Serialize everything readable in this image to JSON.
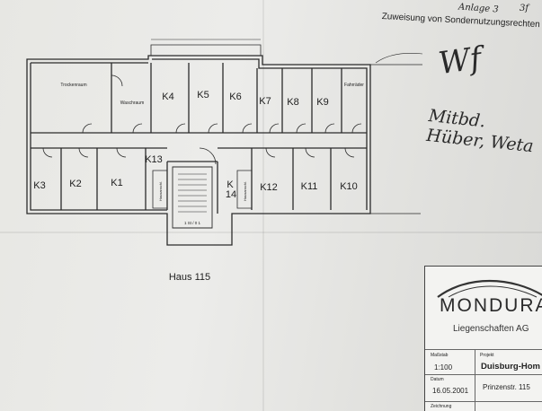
{
  "header": {
    "annex": "Anlage 3",
    "page_ref": "3f",
    "title": "Zuweisung von Sondernutzungsrechten"
  },
  "plan": {
    "rooms_top": [
      {
        "id": "trockenraum",
        "label": "Trockenraum"
      },
      {
        "id": "waschraum",
        "label": "Waschraum"
      },
      {
        "id": "k4",
        "label": "K4"
      },
      {
        "id": "k5",
        "label": "K5"
      },
      {
        "id": "k6",
        "label": "K6"
      },
      {
        "id": "k7",
        "label": "K7"
      },
      {
        "id": "k8",
        "label": "K8"
      },
      {
        "id": "k9",
        "label": "K9"
      },
      {
        "id": "fahrrad",
        "label": "Fahrräder"
      }
    ],
    "rooms_bottom": [
      {
        "id": "k3",
        "label": "K3"
      },
      {
        "id": "k2",
        "label": "K2"
      },
      {
        "id": "k1",
        "label": "K1"
      },
      {
        "id": "k13",
        "label": "K13"
      },
      {
        "id": "k14a",
        "label": "K"
      },
      {
        "id": "k14b",
        "label": "14"
      },
      {
        "id": "k12",
        "label": "K12"
      },
      {
        "id": "k11",
        "label": "K11"
      },
      {
        "id": "k10",
        "label": "K10"
      }
    ],
    "small_labels": {
      "hausanschluss_left": "Hausanschl.",
      "hausanschluss_right": "Hausanschl.",
      "stair_note": "1 St / 0 1"
    },
    "caption": "Haus 115"
  },
  "title_block": {
    "company": "MONDURA",
    "subtitle": "Liegenschaften AG",
    "scale_label": "Maßstab",
    "scale": "1:100",
    "project_label": "Projekt",
    "project": "Duisburg-Hom",
    "date_label": "Datum",
    "date": "16.05.2001",
    "address": "Prinzenstr. 115",
    "drawing_label": "Zeichnung"
  },
  "signatures": {
    "initials": "Wf",
    "names": "Mitbd. Hüber, Weta"
  }
}
